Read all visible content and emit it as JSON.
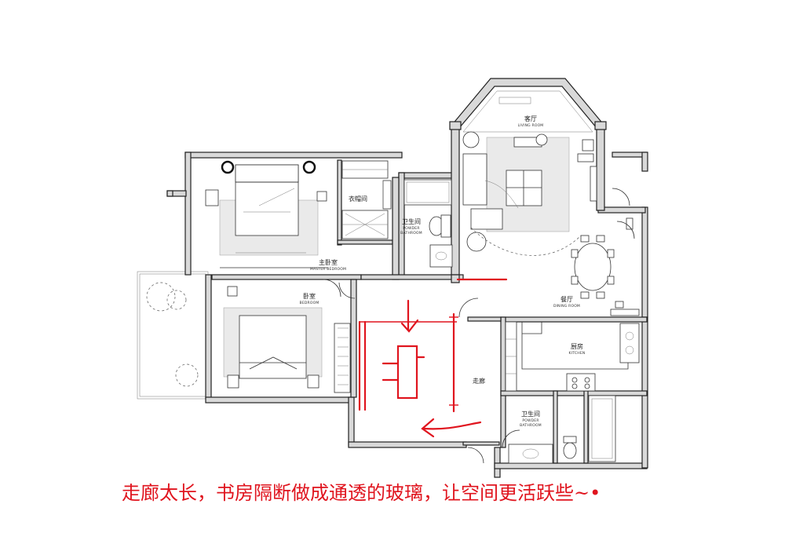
{
  "rooms": {
    "master_bedroom": {
      "zh": "主卧室",
      "en": "MASTER BEDROOM"
    },
    "closet": {
      "zh": "衣帽间"
    },
    "bathroom_upper": {
      "zh": "卫生间",
      "en1": "POWDER",
      "en2": "BATHROOM"
    },
    "living_room": {
      "zh": "客厅",
      "en": "LIVING ROOM"
    },
    "dining_room": {
      "zh": "餐厅",
      "en": "DINING ROOM"
    },
    "bedroom": {
      "zh": "卧室",
      "en": "BEDROOM"
    },
    "kitchen": {
      "zh": "厨房",
      "en": "KITCHEN"
    },
    "corridor": {
      "zh": "走廊"
    },
    "bathroom_lower": {
      "zh": "卫生间",
      "en1": "POWDER",
      "en2": "BATHROOM"
    }
  },
  "annotation": {
    "text": "走廊太长，书房隔断做成通透的玻璃，让空间更活跃些~•",
    "color": "#e0141e"
  }
}
